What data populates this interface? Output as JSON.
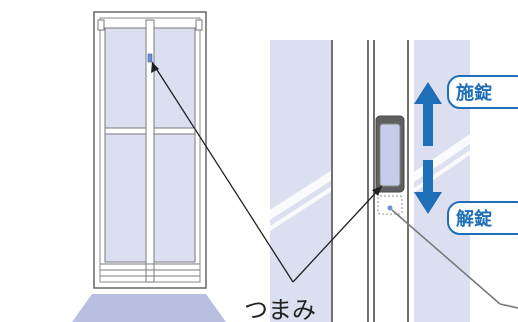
{
  "labels": {
    "knob": "つまみ",
    "lock": "施錠",
    "unlock": "解錠"
  },
  "colors": {
    "panel_fill": "#dcdff0",
    "panel_fill_light": "#e6e8f3",
    "frame_stroke": "#707070",
    "accent_blue": "#1f6fb8",
    "arrow_blue": "#1f6fb8",
    "floor_mat": "#b9bfe0",
    "leader_line": "#6a6a6a",
    "knob_blue": "#6b8fd6"
  },
  "icons": [
    "up-arrow-icon",
    "down-arrow-icon"
  ]
}
